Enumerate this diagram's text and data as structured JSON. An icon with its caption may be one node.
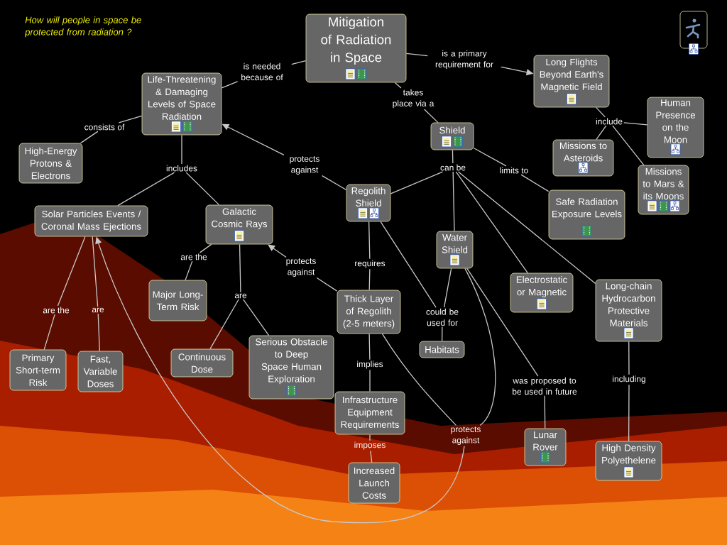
{
  "diagram": {
    "title": "How will people in space be protected from radiation ?",
    "nodes": [
      {
        "text": [
          "Mitigation of Radiation in Space"
        ]
      },
      {
        "text": [
          "Life-Threatening & Damaging Levels of Space Radiation"
        ]
      },
      {
        "text": [
          "Long Flights Beyond Earth's Magnetic Field"
        ]
      },
      {
        "text": [
          "Shield"
        ]
      },
      {
        "text": [
          "High-Energy Protons & Electrons"
        ]
      },
      {
        "text": [
          "Human Presence on the Moon"
        ]
      },
      {
        "text": [
          "Missions to Asteroids"
        ]
      },
      {
        "text": [
          "Missions to Mars & its Moons"
        ]
      },
      {
        "text": [
          "Solar Particles Events / Coronal Mass Ejections"
        ]
      },
      {
        "text": [
          "Galactic Cosmic Rays"
        ]
      },
      {
        "text": [
          "Regolith Shield"
        ]
      },
      {
        "text": [
          "Safe Radiation Exposure Levels"
        ]
      },
      {
        "text": [
          "Water Shield"
        ]
      },
      {
        "text": [
          "Major Long-Term Risk"
        ]
      },
      {
        "text": [
          "Electrostatic or Magnetic"
        ]
      },
      {
        "text": [
          "Long-chain Hydrocarbon Protective Materials"
        ]
      },
      {
        "text": [
          "Thick Layer of Regolith (2-5 meters)"
        ]
      },
      {
        "text": [
          "Habitats"
        ]
      },
      {
        "text": [
          "Primary Short-term Risk"
        ]
      },
      {
        "text": [
          "Fast, Variable Doses"
        ]
      },
      {
        "text": [
          "Continuous Dose"
        ]
      },
      {
        "text": [
          "Serious Obstacle to Deep Space Human Exploration"
        ]
      },
      {
        "text": [
          "Infrastructure Equipment Requirements"
        ]
      },
      {
        "text": [
          "Lunar Rover"
        ]
      },
      {
        "text": [
          "High Density Polyethelene"
        ]
      },
      {
        "text": [
          "Increased Launch Costs"
        ]
      },
      {
        "text": [
          "is needed because of"
        ]
      },
      {
        "text": [
          "is a primary requirement for"
        ]
      },
      {
        "text": [
          "takes place via a"
        ]
      },
      {
        "text": [
          "consists of"
        ]
      },
      {
        "text": [
          "include"
        ]
      },
      {
        "text": [
          "includes"
        ]
      },
      {
        "text": [
          "protects against"
        ]
      },
      {
        "text": [
          "can be"
        ]
      },
      {
        "text": [
          "limits to"
        ]
      },
      {
        "text": [
          "are the"
        ]
      },
      {
        "text": [
          "protects against"
        ]
      },
      {
        "text": [
          "requires"
        ]
      },
      {
        "text": [
          "are"
        ]
      },
      {
        "text": [
          "could be used for"
        ]
      },
      {
        "text": [
          "are the"
        ]
      },
      {
        "text": [
          "are"
        ]
      },
      {
        "text": [
          "implies"
        ]
      },
      {
        "text": [
          "was proposed to be used in future"
        ]
      },
      {
        "text": [
          "including"
        ]
      },
      {
        "text": [
          "imposes"
        ]
      },
      {
        "text": [
          "protects against"
        ]
      }
    ],
    "edges": [
      {
        "from": 0,
        "to": 26,
        "arrow": "none"
      },
      {
        "from": 26,
        "to": 1,
        "arrow": "none"
      },
      {
        "from": 0,
        "to": 27,
        "arrow": "none"
      },
      {
        "from": 27,
        "to": 2,
        "arrow": "to"
      },
      {
        "from": 0,
        "to": 28,
        "arrow": "none"
      },
      {
        "from": 28,
        "to": 3,
        "arrow": "none"
      },
      {
        "from": 1,
        "to": 29,
        "arrow": "none"
      },
      {
        "from": 29,
        "to": 4,
        "arrow": "none"
      },
      {
        "from": 2,
        "to": 30,
        "arrow": "none"
      },
      {
        "from": 30,
        "to": 5,
        "arrow": "none"
      },
      {
        "from": 30,
        "to": 6,
        "arrow": "none"
      },
      {
        "from": 30,
        "to": 7,
        "arrow": "none"
      },
      {
        "from": 1,
        "to": 31,
        "arrow": "none"
      },
      {
        "from": 31,
        "to": 8,
        "arrow": "none"
      },
      {
        "from": 31,
        "to": 9,
        "arrow": "none"
      },
      {
        "from": 10,
        "to": 32,
        "arrow": "none"
      },
      {
        "from": 32,
        "to": 1,
        "arrow": "to"
      },
      {
        "from": 3,
        "to": 33,
        "arrow": "none"
      },
      {
        "from": 33,
        "to": 10,
        "arrow": "none"
      },
      {
        "from": 33,
        "to": 12,
        "arrow": "none"
      },
      {
        "from": 33,
        "to": 14,
        "arrow": "none"
      },
      {
        "from": 33,
        "to": 15,
        "arrow": "none"
      },
      {
        "from": 3,
        "to": 34,
        "arrow": "none"
      },
      {
        "from": 34,
        "to": 11,
        "arrow": "none"
      },
      {
        "from": 9,
        "to": 35,
        "arrow": "none"
      },
      {
        "from": 35,
        "to": 13,
        "arrow": "none"
      },
      {
        "from": 16,
        "to": 36,
        "arrow": "none"
      },
      {
        "from": 36,
        "to": 9,
        "arrow": "to"
      },
      {
        "from": 10,
        "to": 37,
        "arrow": "none"
      },
      {
        "from": 37,
        "to": 16,
        "arrow": "none"
      },
      {
        "from": 9,
        "to": 38,
        "arrow": "none"
      },
      {
        "from": 38,
        "to": 20,
        "arrow": "none"
      },
      {
        "from": 38,
        "to": 21,
        "arrow": "none"
      },
      {
        "from": 10,
        "to": 39,
        "arrow": "none"
      },
      {
        "from": 12,
        "to": 39,
        "arrow": "none"
      },
      {
        "from": 39,
        "to": 17,
        "arrow": "none"
      },
      {
        "from": 8,
        "to": 40,
        "arrow": "none"
      },
      {
        "from": 40,
        "to": 18,
        "arrow": "none"
      },
      {
        "from": 8,
        "to": 41,
        "arrow": "none"
      },
      {
        "from": 41,
        "to": 19,
        "arrow": "none"
      },
      {
        "from": 16,
        "to": 42,
        "arrow": "none"
      },
      {
        "from": 42,
        "to": 22,
        "arrow": "none"
      },
      {
        "from": 12,
        "to": 43,
        "arrow": "none"
      },
      {
        "from": 43,
        "to": 23,
        "arrow": "none"
      },
      {
        "from": 15,
        "to": 44,
        "arrow": "none"
      },
      {
        "from": 44,
        "to": 24,
        "arrow": "none"
      },
      {
        "from": 22,
        "to": 45,
        "arrow": "none"
      },
      {
        "from": 45,
        "to": 25,
        "arrow": "none"
      },
      {
        "from": 16,
        "to": 46,
        "arrow": "none"
      },
      {
        "from": 12,
        "to": 46,
        "arrow": "none"
      },
      {
        "from": 46,
        "to": 8,
        "arrow": "to"
      }
    ]
  }
}
